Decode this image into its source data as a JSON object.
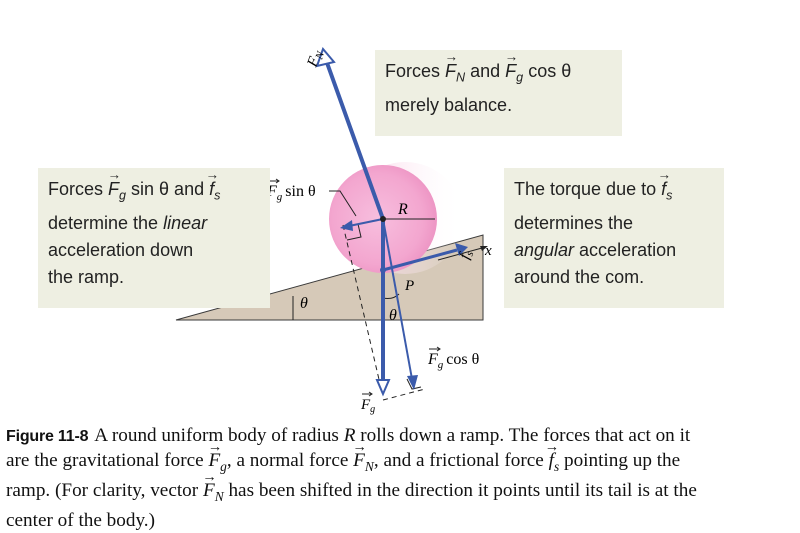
{
  "diagram": {
    "labels": {
      "fn": "F",
      "fn_sub": "N",
      "fg_sin": "sin θ",
      "fg_sin_sym": "F",
      "fg_sin_sub": "g",
      "r": "R",
      "p": "P",
      "theta": "θ",
      "x": "x",
      "fs": "f",
      "fs_sub": "s",
      "fg_cos": "cos θ",
      "fg_cos_sym": "F",
      "fg_cos_sub": "g",
      "fg": "F",
      "fg_sub": "g"
    }
  },
  "callouts": {
    "top": {
      "line1_pre": "Forces ",
      "line1_fn": "F",
      "line1_fn_sub": "N",
      "line1_mid": " and ",
      "line1_fg": "F",
      "line1_fg_sub": "g",
      "line1_post": " cos θ",
      "line2": "merely balance."
    },
    "left": {
      "line1_pre": "Forces ",
      "line1_fg": "F",
      "line1_fg_sub": "g",
      "line1_mid": " sin θ and ",
      "line1_fs": "f",
      "line1_fs_sub": "s",
      "line2_pre": "determine the ",
      "line2_em": "linear",
      "line3": "acceleration down",
      "line4": "the ramp."
    },
    "right": {
      "line1_pre": "The torque due to ",
      "line1_fs": "f",
      "line1_fs_sub": "s",
      "line2": "determines the",
      "line3_em": "angular",
      "line3_post": " acceleration",
      "line4": "around the com."
    }
  },
  "caption": {
    "label": "Figure 11-8",
    "l1_a": "A round uniform body of radius ",
    "l1_r": "R",
    "l1_b": " rolls down a ramp. The forces that act on it",
    "l2_a": "are the gravitational force ",
    "l2_fg": "F",
    "l2_fg_sub": "g",
    "l2_b": ", a normal force ",
    "l2_fn": "F",
    "l2_fn_sub": "N",
    "l2_c": ", and a frictional force ",
    "l2_fs": "f",
    "l2_fs_sub": "s",
    "l2_d": " pointing up the",
    "l3_a": "ramp. (For clarity, vector ",
    "l3_fn": "F",
    "l3_fn_sub": "N",
    "l3_b": " has been shifted in the direction it points until its tail is at the",
    "l4": "center of the body.)"
  },
  "colors": {
    "ramp": "#d6c9b8",
    "ball": "#f2a8cf",
    "vector": "#3b5bab",
    "callout_bg": "#eeefe2"
  }
}
